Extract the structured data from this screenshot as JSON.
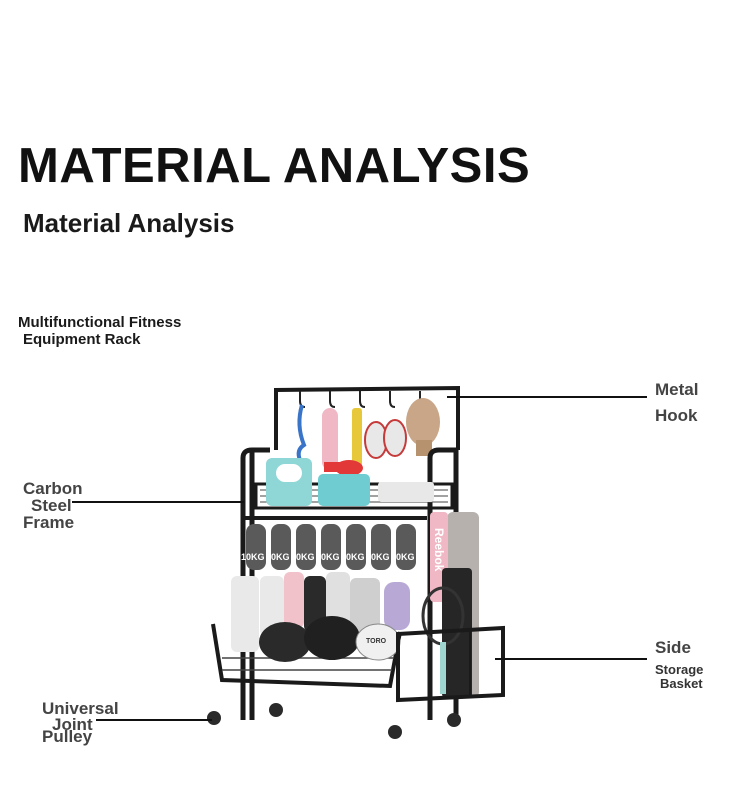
{
  "heading": "MATERIAL ANALYSIS",
  "subheading": "Material Analysis",
  "product": {
    "line1": "Multifunctional Fitness",
    "line2": "Equipment Rack"
  },
  "callouts": {
    "metal_hook": {
      "line1": "Metal",
      "line2": "Hook"
    },
    "carbon_steel_frame": {
      "line1": "Carbon",
      "line2": "Steel",
      "line3": "Frame"
    },
    "side_storage_basket": {
      "line1": "Side",
      "line2": "Storage",
      "line3": "Basket"
    },
    "universal_joint_pulley": {
      "line1": "Universal",
      "line2": "Joint",
      "line3": "Pulley"
    }
  },
  "dumbbell_label": "10KG",
  "yoga_mat_brand": "Reebok",
  "ball_brand": "TORO",
  "colors": {
    "frame": "#1a1a1a",
    "text": "#111111",
    "label": "#444444"
  }
}
